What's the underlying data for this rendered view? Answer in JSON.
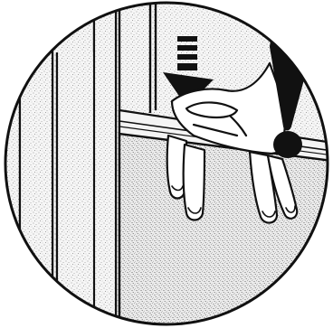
{
  "figure": {
    "kind": "safety-warning-illustration",
    "elements": {
      "frame": "circle-frame",
      "door": "door-frame-panels",
      "surface": "speckled-sliding-panel",
      "arrow": "down-arrow-icon",
      "hand": "hand-icon",
      "warning": "exclamation-icon"
    }
  },
  "colors": {
    "ink": "#111111",
    "background": "#ffffff",
    "speckle": "#8a8a8a",
    "panel_fill": "#f4f4f4"
  }
}
